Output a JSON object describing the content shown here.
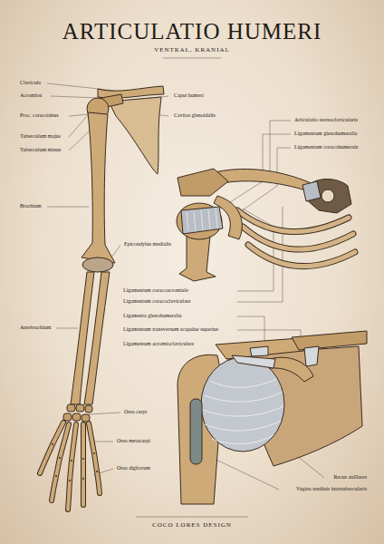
{
  "diagram": {
    "title": "ARTICULATIO HUMERI",
    "labels": [
      "VENTRAL, KRANIAL",
      "Clavicula",
      "Acromion",
      "Proc. coracoideus",
      "Tuberculum majus",
      "Tuberculum minus",
      "Brachium",
      "Antebrachium",
      "Caput humeri",
      "Cavitas glenoidalis",
      "Epicondylus medialis",
      "Ossa carpi",
      "Ossa metacarpi",
      "Ossa digitorum",
      "Articulatio sternoclavicularis",
      "Ligamentum glenohumeralia",
      "Ligamentum coracohumerale",
      "Ligamentum coracoacromiale",
      "Ligamentum coracoclaviculare",
      "Ligamenta glenohumeralia",
      "Ligamentum transversum scapulae superius",
      "Ligamentum acromioclaviculare",
      "Recus axillares",
      "Vagina tendinis intertubercularis",
      "COCO LORES DESIGN"
    ]
  }
}
